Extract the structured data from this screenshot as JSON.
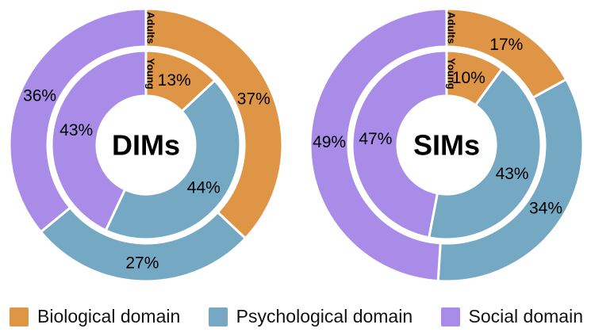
{
  "chart_data": [
    {
      "type": "donut-nested",
      "center_label": "DIMs",
      "categories": [
        "Biological domain",
        "Psychological domain",
        "Social domain"
      ],
      "rings": [
        {
          "name": "Adults",
          "position": "outer",
          "values": [
            37,
            27,
            36
          ]
        },
        {
          "name": "Young",
          "position": "inner",
          "values": [
            13,
            44,
            43
          ]
        }
      ],
      "unit": "%",
      "start_angle_deg": 0,
      "direction": "clockwise"
    },
    {
      "type": "donut-nested",
      "center_label": "SIMs",
      "categories": [
        "Biological domain",
        "Psychological domain",
        "Social domain"
      ],
      "rings": [
        {
          "name": "Adults",
          "position": "outer",
          "values": [
            17,
            34,
            49
          ]
        },
        {
          "name": "Young",
          "position": "inner",
          "values": [
            10,
            43,
            47
          ]
        }
      ],
      "unit": "%",
      "start_angle_deg": 0,
      "direction": "clockwise"
    }
  ],
  "legend": {
    "items": [
      {
        "label": "Biological domain",
        "color": "#DE9546"
      },
      {
        "label": "Psychological domain",
        "color": "#74A8C3"
      },
      {
        "label": "Social domain",
        "color": "#A98BE8"
      }
    ]
  },
  "colors": {
    "separator": "#FFFFFF",
    "label_text": "#000000",
    "background": "#FFFFFF"
  }
}
